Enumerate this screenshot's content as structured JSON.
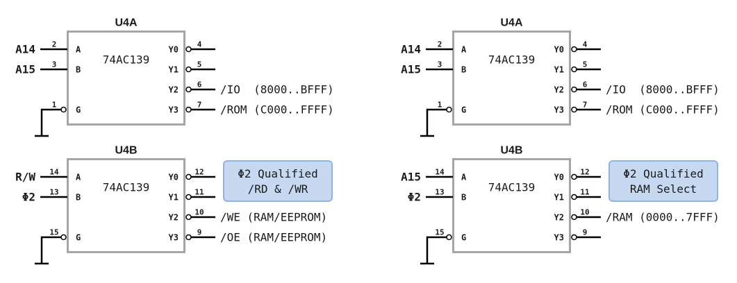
{
  "panels": [
    {
      "chips": [
        {
          "ref": "U4A",
          "part": "74AC139",
          "inputs": [
            {
              "label": "A",
              "pin": "2",
              "net": "A14"
            },
            {
              "label": "B",
              "pin": "3",
              "net": "A15"
            }
          ],
          "enable": {
            "label": "G",
            "pin": "1",
            "tied_to": "ground-icon"
          },
          "outputs": [
            {
              "label": "Y0",
              "pin": "4",
              "net": ""
            },
            {
              "label": "Y1",
              "pin": "5",
              "net": ""
            },
            {
              "label": "Y2",
              "pin": "6",
              "net": "/IO  (8000..BFFF)"
            },
            {
              "label": "Y3",
              "pin": "7",
              "net": "/ROM (C000..FFFF)"
            }
          ]
        },
        {
          "ref": "U4B",
          "part": "74AC139",
          "inputs": [
            {
              "label": "A",
              "pin": "14",
              "net": "R/W"
            },
            {
              "label": "B",
              "pin": "13",
              "net": "Φ2"
            }
          ],
          "enable": {
            "label": "G",
            "pin": "15",
            "tied_to": "ground-icon"
          },
          "outputs": [
            {
              "label": "Y0",
              "pin": "12",
              "net": ""
            },
            {
              "label": "Y1",
              "pin": "11",
              "net": ""
            },
            {
              "label": "Y2",
              "pin": "10",
              "net": "/WE (RAM/EEPROM)"
            },
            {
              "label": "Y3",
              "pin": "9",
              "net": "/OE (RAM/EEPROM)"
            }
          ],
          "callout": {
            "lines": [
              "Φ2 Qualified",
              "/RD & /WR"
            ]
          }
        }
      ]
    },
    {
      "chips": [
        {
          "ref": "U4A",
          "part": "74AC139",
          "inputs": [
            {
              "label": "A",
              "pin": "2",
              "net": "A14"
            },
            {
              "label": "B",
              "pin": "3",
              "net": "A15"
            }
          ],
          "enable": {
            "label": "G",
            "pin": "1",
            "tied_to": "ground-icon"
          },
          "outputs": [
            {
              "label": "Y0",
              "pin": "4",
              "net": ""
            },
            {
              "label": "Y1",
              "pin": "5",
              "net": ""
            },
            {
              "label": "Y2",
              "pin": "6",
              "net": "/IO  (8000..BFFF)"
            },
            {
              "label": "Y3",
              "pin": "7",
              "net": "/ROM (C000..FFFF)"
            }
          ]
        },
        {
          "ref": "U4B",
          "part": "74AC139",
          "inputs": [
            {
              "label": "A",
              "pin": "14",
              "net": "A15"
            },
            {
              "label": "B",
              "pin": "13",
              "net": "Φ2"
            }
          ],
          "enable": {
            "label": "G",
            "pin": "15",
            "tied_to": "ground-icon"
          },
          "outputs": [
            {
              "label": "Y0",
              "pin": "12",
              "net": ""
            },
            {
              "label": "Y1",
              "pin": "11",
              "net": ""
            },
            {
              "label": "Y2",
              "pin": "10",
              "net": "/RAM (0000..7FFF)"
            },
            {
              "label": "Y3",
              "pin": "9",
              "net": ""
            }
          ],
          "callout": {
            "lines": [
              "Φ2 Qualified",
              "RAM Select"
            ]
          }
        }
      ]
    }
  ],
  "colors": {
    "chip_border": "#a5a5a5",
    "wire": "#000000",
    "text": "#1a1a1a",
    "callout_fill": "#c6d9f1",
    "callout_border": "#8eb4e3"
  }
}
